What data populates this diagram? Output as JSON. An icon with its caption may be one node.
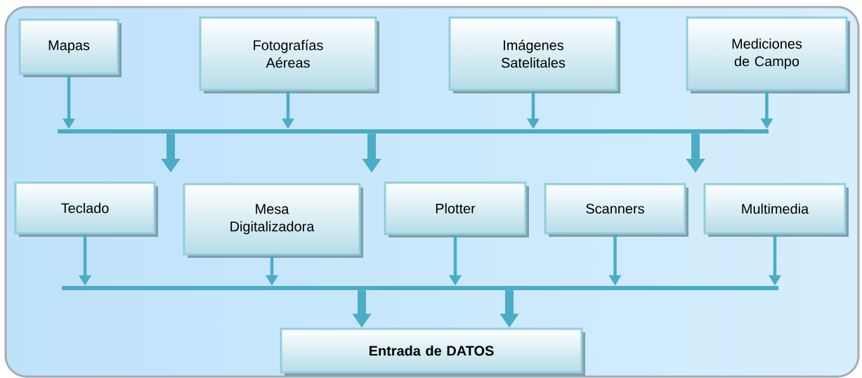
{
  "diagram": {
    "nodes": [
      {
        "text": [
          "Mapas"
        ]
      },
      {
        "text": [
          "Fotografías Aéreas"
        ]
      },
      {
        "text": [
          "Imágenes Satelitales"
        ]
      },
      {
        "text": [
          "Mediciones de Campo"
        ]
      },
      {
        "text": [],
        "shape": "bar"
      },
      {
        "text": [
          "Teclado"
        ]
      },
      {
        "text": [
          "Mesa Digitalizadora"
        ]
      },
      {
        "text": [
          "Plotter"
        ]
      },
      {
        "text": [
          "Scanners"
        ]
      },
      {
        "text": [
          "Multimedia"
        ]
      },
      {
        "text": [],
        "shape": "bar"
      },
      {
        "text": [
          "Entrada de DATOS"
        ]
      }
    ],
    "edges": [
      {
        "from": 0,
        "to": 4,
        "arrow": "to"
      },
      {
        "from": 1,
        "to": 4,
        "arrow": "to"
      },
      {
        "from": 2,
        "to": 4,
        "arrow": "to"
      },
      {
        "from": 3,
        "to": 4,
        "arrow": "to"
      },
      {
        "from": 4,
        "to": null,
        "arrow": "to",
        "style": "thick"
      },
      {
        "from": 4,
        "to": null,
        "arrow": "to",
        "style": "thick"
      },
      {
        "from": 4,
        "to": null,
        "arrow": "to",
        "style": "thick"
      },
      {
        "from": 5,
        "to": 10,
        "arrow": "to"
      },
      {
        "from": 6,
        "to": 10,
        "arrow": "to"
      },
      {
        "from": 7,
        "to": 10,
        "arrow": "to"
      },
      {
        "from": 8,
        "to": 10,
        "arrow": "to"
      },
      {
        "from": 9,
        "to": 10,
        "arrow": "to"
      },
      {
        "from": 10,
        "to": 11,
        "arrow": "to",
        "style": "thick"
      },
      {
        "from": 10,
        "to": 11,
        "arrow": "to",
        "style": "thick"
      }
    ]
  }
}
